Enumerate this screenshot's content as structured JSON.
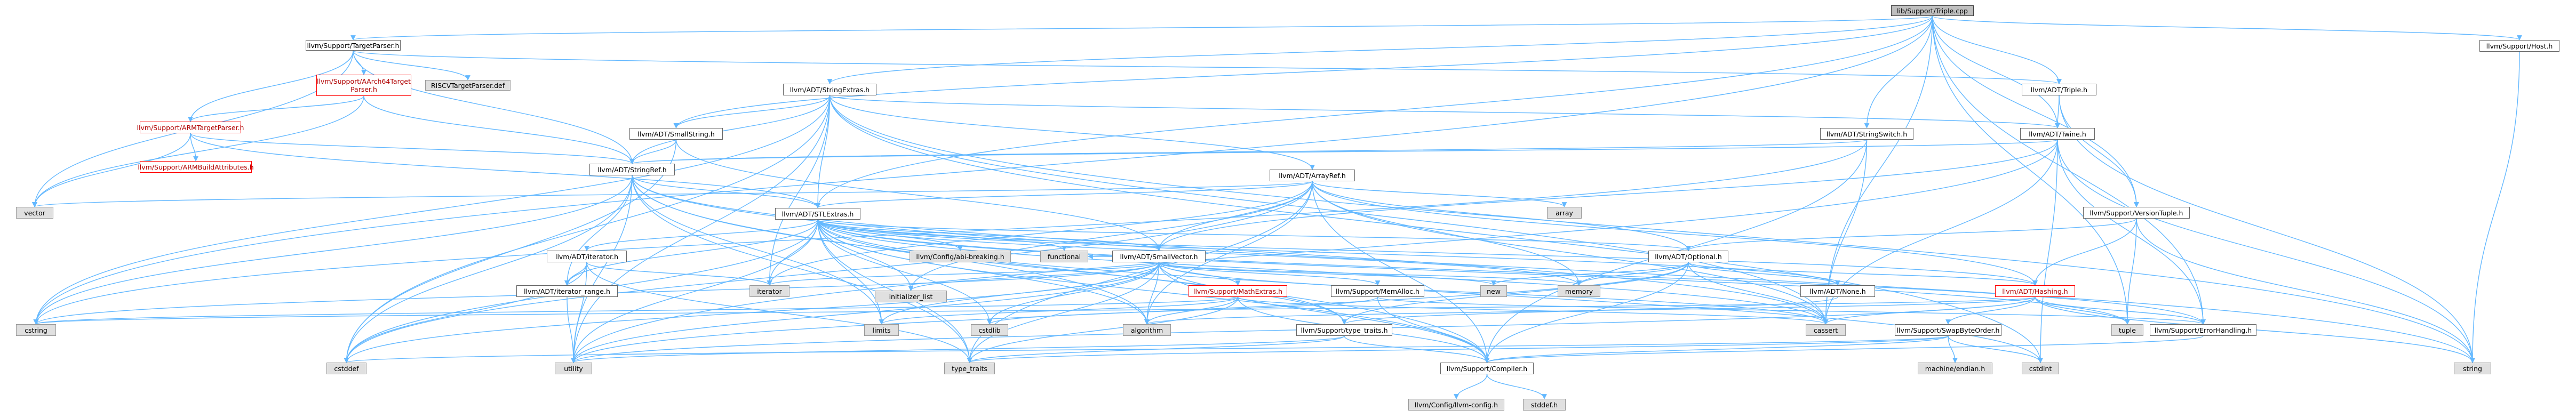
{
  "graph": {
    "title": "",
    "colors": {
      "edge": "#63b8ff",
      "root_fill": "#bfbfbf",
      "system_fill": "#e0e0e0",
      "truncated_border": "#ff0000"
    },
    "nodes": {
      "root": "lib/Support/Triple.cpp",
      "targetparser": "llvm/Support/TargetParser.h",
      "aarch64": "llvm/Support/AArch64Target\nParser.h",
      "riscv": "RISCVTargetParser.def",
      "armtarget": "llvm/Support/ARMTargetParser.h",
      "armbuild": "llvm/Support/ARMBuildAttributes.h",
      "stringextras": "llvm/ADT/StringExtras.h",
      "smallstring": "llvm/ADT/SmallString.h",
      "stringref": "llvm/ADT/StringRef.h",
      "stlextras": "llvm/ADT/STLExtras.h",
      "arrayref": "llvm/ADT/ArrayRef.h",
      "stringswitch": "llvm/ADT/StringSwitch.h",
      "triple": "llvm/ADT/Triple.h",
      "twine": "llvm/ADT/Twine.h",
      "versiontuple": "llvm/Support/VersionTuple.h",
      "host": "llvm/Support/Host.h",
      "adtiterator": "llvm/ADT/iterator.h",
      "iterrange": "llvm/ADT/iterator_range.h",
      "abibreak": "llvm/Config/abi-breaking.h",
      "functional": "functional",
      "smallvector": "llvm/ADT/SmallVector.h",
      "optional": "llvm/ADT/Optional.h",
      "adtnone": "llvm/ADT/None.h",
      "hashing": "llvm/ADT/Hashing.h",
      "mathextras": "llvm/Support/MathExtras.h",
      "memalloc": "llvm/Support/MemAlloc.h",
      "typetraits": "llvm/Support/type_traits.h",
      "swaporder": "llvm/Support/SwapByteOrder.h",
      "errhandling": "llvm/Support/ErrorHandling.h",
      "compiler": "llvm/Support/Compiler.h",
      "llvmconfig": "llvm/Config/llvm-config.h",
      "stddef_h": "stddef.h",
      "endian": "machine/endian.h",
      "vector": "vector",
      "array": "array",
      "cstring": "cstring",
      "iterator": "iterator",
      "initlist": "initializer_list",
      "cstddef": "cstddef",
      "utility": "utility",
      "typetraits_std": "type_traits",
      "limits": "limits",
      "cstdlib": "cstdlib",
      "algorithm": "algorithm",
      "new": "new",
      "memory": "memory",
      "cassert": "cassert",
      "tuple": "tuple",
      "cstdint": "cstdint",
      "string": "string"
    }
  }
}
